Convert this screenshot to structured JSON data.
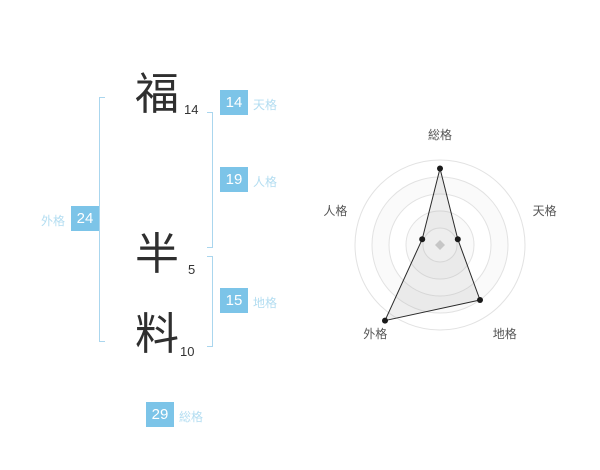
{
  "name": {
    "chars": [
      {
        "char": "福",
        "strokes": "14"
      },
      {
        "char": "半",
        "strokes": "5"
      },
      {
        "char": "料",
        "strokes": "10"
      }
    ]
  },
  "kaku": {
    "tenkaku": {
      "label": "天格",
      "value": "14"
    },
    "jinkaku": {
      "label": "人格",
      "value": "19"
    },
    "chikaku": {
      "label": "地格",
      "value": "15"
    },
    "gaikaku": {
      "label": "外格",
      "value": "24"
    },
    "soukaku": {
      "label": "総格",
      "value": "29"
    }
  },
  "colors": {
    "accent_box": "#7cc4e8",
    "label_text": "#b3ddf1",
    "bracket": "#aad6ee"
  },
  "chart_data": {
    "type": "radar",
    "categories": [
      "総格",
      "天格",
      "地格",
      "外格",
      "人格"
    ],
    "values": [
      90,
      22,
      80,
      110,
      22
    ],
    "max": 100,
    "rings": 5,
    "legend": []
  }
}
